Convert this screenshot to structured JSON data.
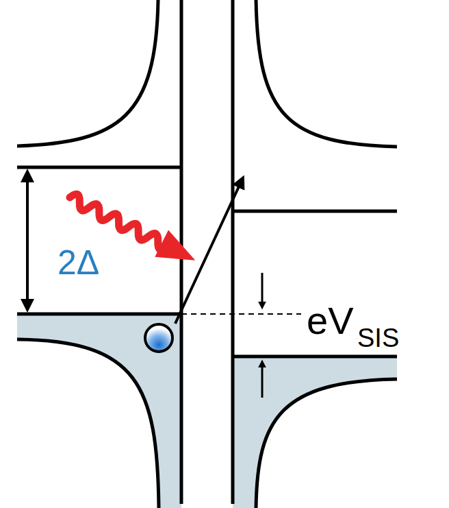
{
  "diagram": {
    "labels": [
      "2Δ",
      "eV",
      "SIS"
    ]
  }
}
